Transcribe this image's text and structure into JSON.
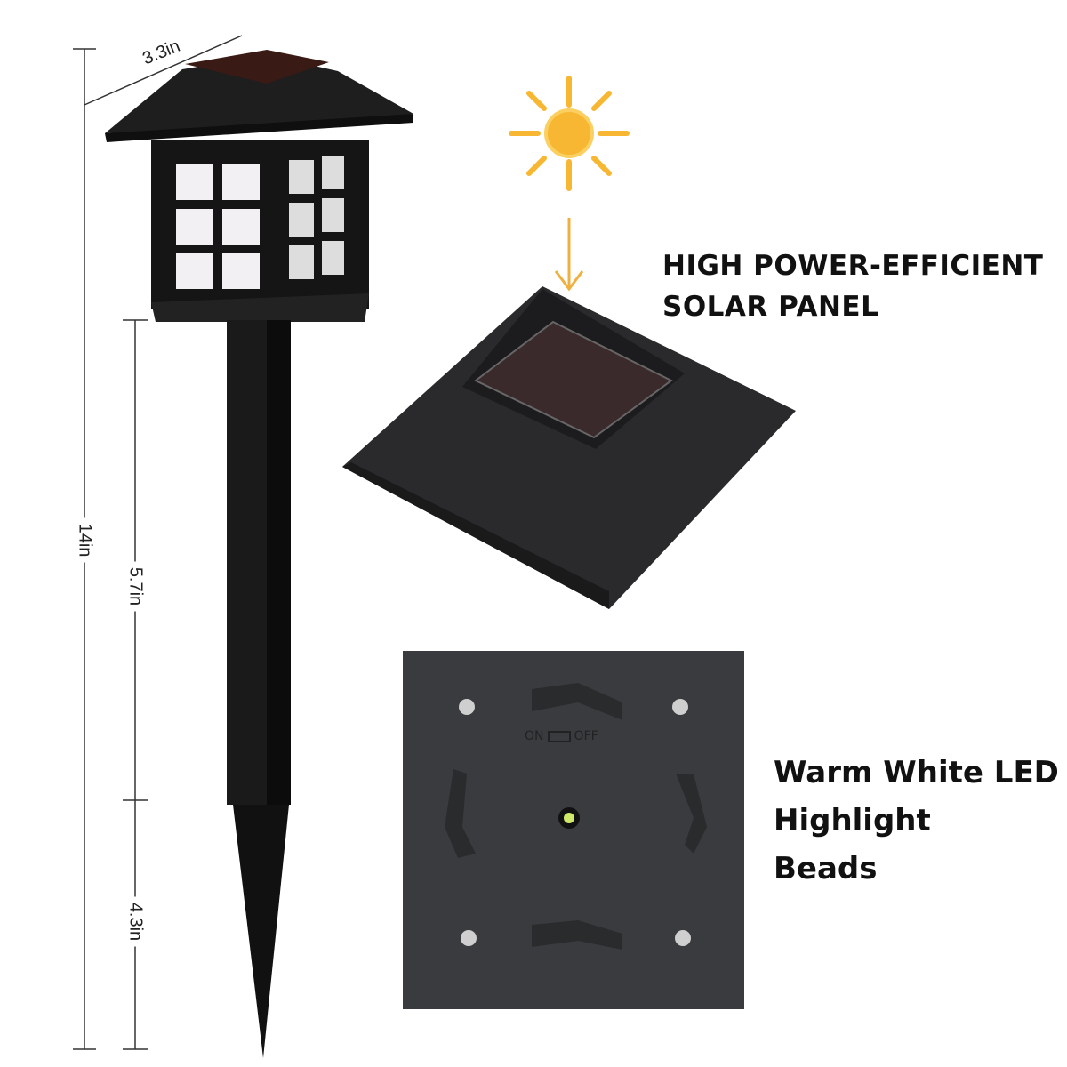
{
  "dimensions": {
    "width_label": "3.3in",
    "total_height_label": "14in",
    "lantern_section_label": "5.7in",
    "stake_section_label": "4.3in"
  },
  "solar_panel": {
    "heading_line1": "HIGH POWER-EFFICIENT",
    "heading_line2": "SOLAR PANEL",
    "sun_icon": "sun-icon",
    "arrow_icon": "arrow-down-icon"
  },
  "led": {
    "line1": "Warm White LED",
    "line2": "Highlight",
    "line3": "Beads"
  },
  "switch": {
    "on_label": "ON",
    "off_label": "OFF"
  },
  "colors": {
    "sun": "#f7b733",
    "lamp_body": "#1c1c1c",
    "panel_base": "#3a3b3e",
    "led_glow": "#cfe86a"
  }
}
